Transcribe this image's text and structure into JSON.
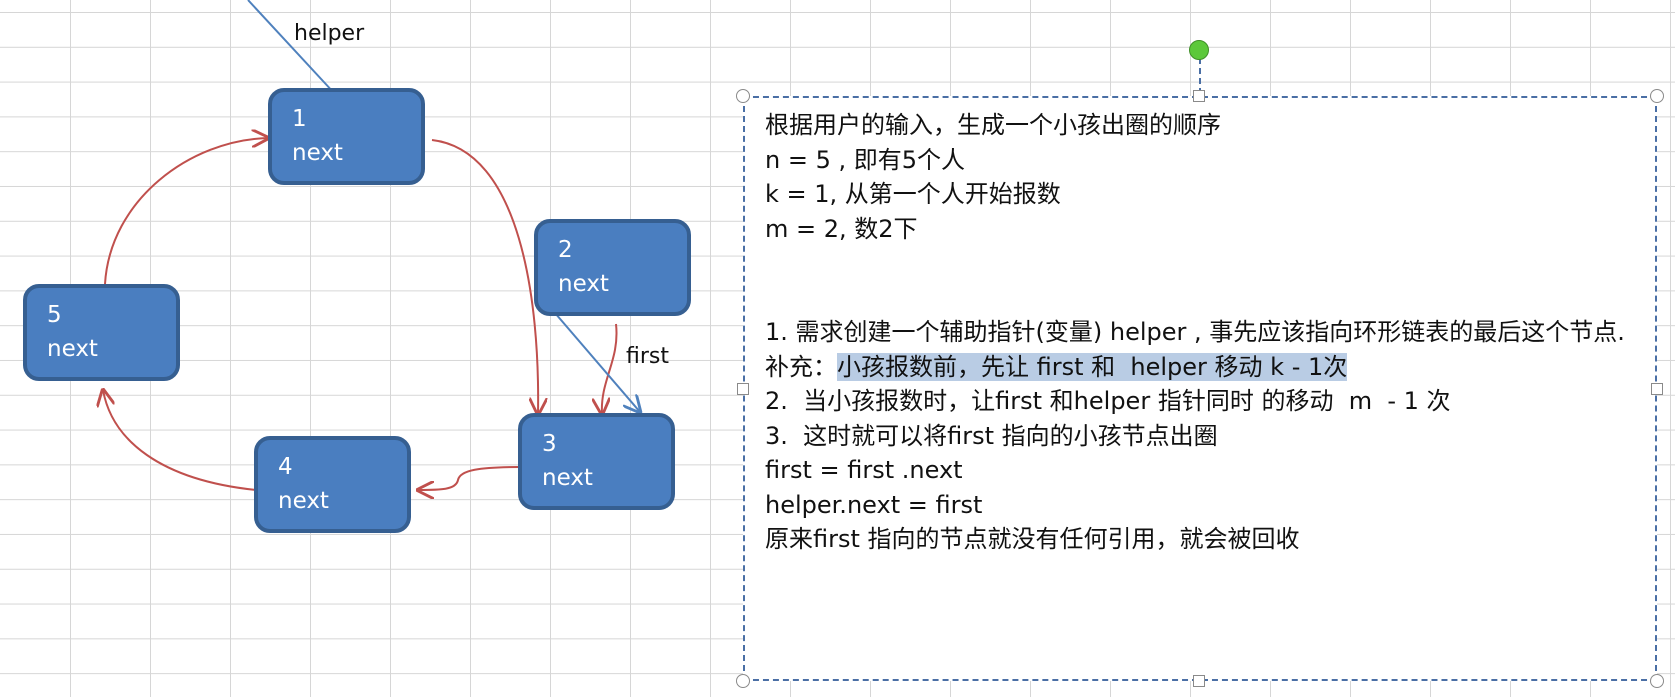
{
  "diagram": {
    "pointer_labels": {
      "helper": "helper",
      "first": "first"
    },
    "nodes": [
      {
        "id": "1",
        "value": "1",
        "field": "next"
      },
      {
        "id": "2",
        "value": "2",
        "field": "next"
      },
      {
        "id": "3",
        "value": "3",
        "field": "next"
      },
      {
        "id": "4",
        "value": "4",
        "field": "next"
      },
      {
        "id": "5",
        "value": "5",
        "field": "next"
      }
    ],
    "colors": {
      "node_fill": "#4a7ec0",
      "node_border": "#365f91",
      "arrow": "#c0504d",
      "pointer": "#4f81bd"
    }
  },
  "textbox": {
    "line1": "根据用户的输入，生成一个小孩出圈的顺序",
    "line2": "n = 5 , 即有5个人",
    "line3": "k = 1, 从第一个人开始报数",
    "line4": "m = 2, 数2下",
    "step1": "1.  需求创建一个辅助指针(变量) helper , 事先应该指向环形链表的最后这个节点.",
    "supplement_prefix": "补充：",
    "supplement_highlight": "小孩报数前，先让 first 和  helper 移动 k - 1次",
    "step2": "2.  当小孩报数时，让first 和helper 指针同时 的移动  m  - 1 次",
    "step3": "3.  这时就可以将first 指向的小孩节点出圈",
    "code1": "first = first .next",
    "code2": "helper.next = first",
    "conclusion": "原来first 指向的节点就没有任何引用，就会被回收"
  }
}
